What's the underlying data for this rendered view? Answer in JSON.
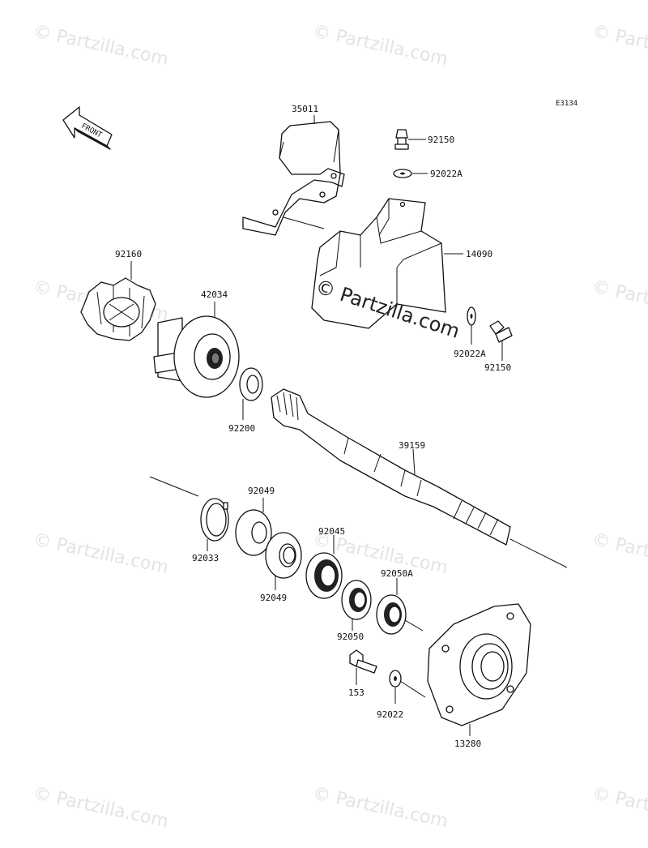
{
  "diagram_code": "E3134",
  "front_label": "FRONT",
  "watermark": {
    "text": "© Partzilla.com",
    "center_text": "© Partzilla.com"
  },
  "parts": [
    {
      "id": "35011",
      "label": "35011",
      "name": "bracket"
    },
    {
      "id": "92150-top",
      "label": "92150",
      "name": "bolt"
    },
    {
      "id": "92022A-top",
      "label": "92022A",
      "name": "washer"
    },
    {
      "id": "14090",
      "label": "14090",
      "name": "cover"
    },
    {
      "id": "92022A-bot",
      "label": "92022A",
      "name": "washer"
    },
    {
      "id": "92150-bot",
      "label": "92150",
      "name": "bolt"
    },
    {
      "id": "92160",
      "label": "92160",
      "name": "damper"
    },
    {
      "id": "42034",
      "label": "42034",
      "name": "coupling"
    },
    {
      "id": "92200",
      "label": "92200",
      "name": "washer"
    },
    {
      "id": "39159",
      "label": "39159",
      "name": "drive-shaft"
    },
    {
      "id": "92049-top",
      "label": "92049",
      "name": "seal"
    },
    {
      "id": "92033",
      "label": "92033",
      "name": "circlip"
    },
    {
      "id": "92049-bot",
      "label": "92049",
      "name": "seal"
    },
    {
      "id": "92045",
      "label": "92045",
      "name": "bearing"
    },
    {
      "id": "92050A",
      "label": "92050A",
      "name": "seal"
    },
    {
      "id": "92050",
      "label": "92050",
      "name": "seal"
    },
    {
      "id": "153",
      "label": "153",
      "name": "bolt"
    },
    {
      "id": "92022",
      "label": "92022",
      "name": "washer"
    },
    {
      "id": "13280",
      "label": "13280",
      "name": "bearing-holder"
    }
  ]
}
